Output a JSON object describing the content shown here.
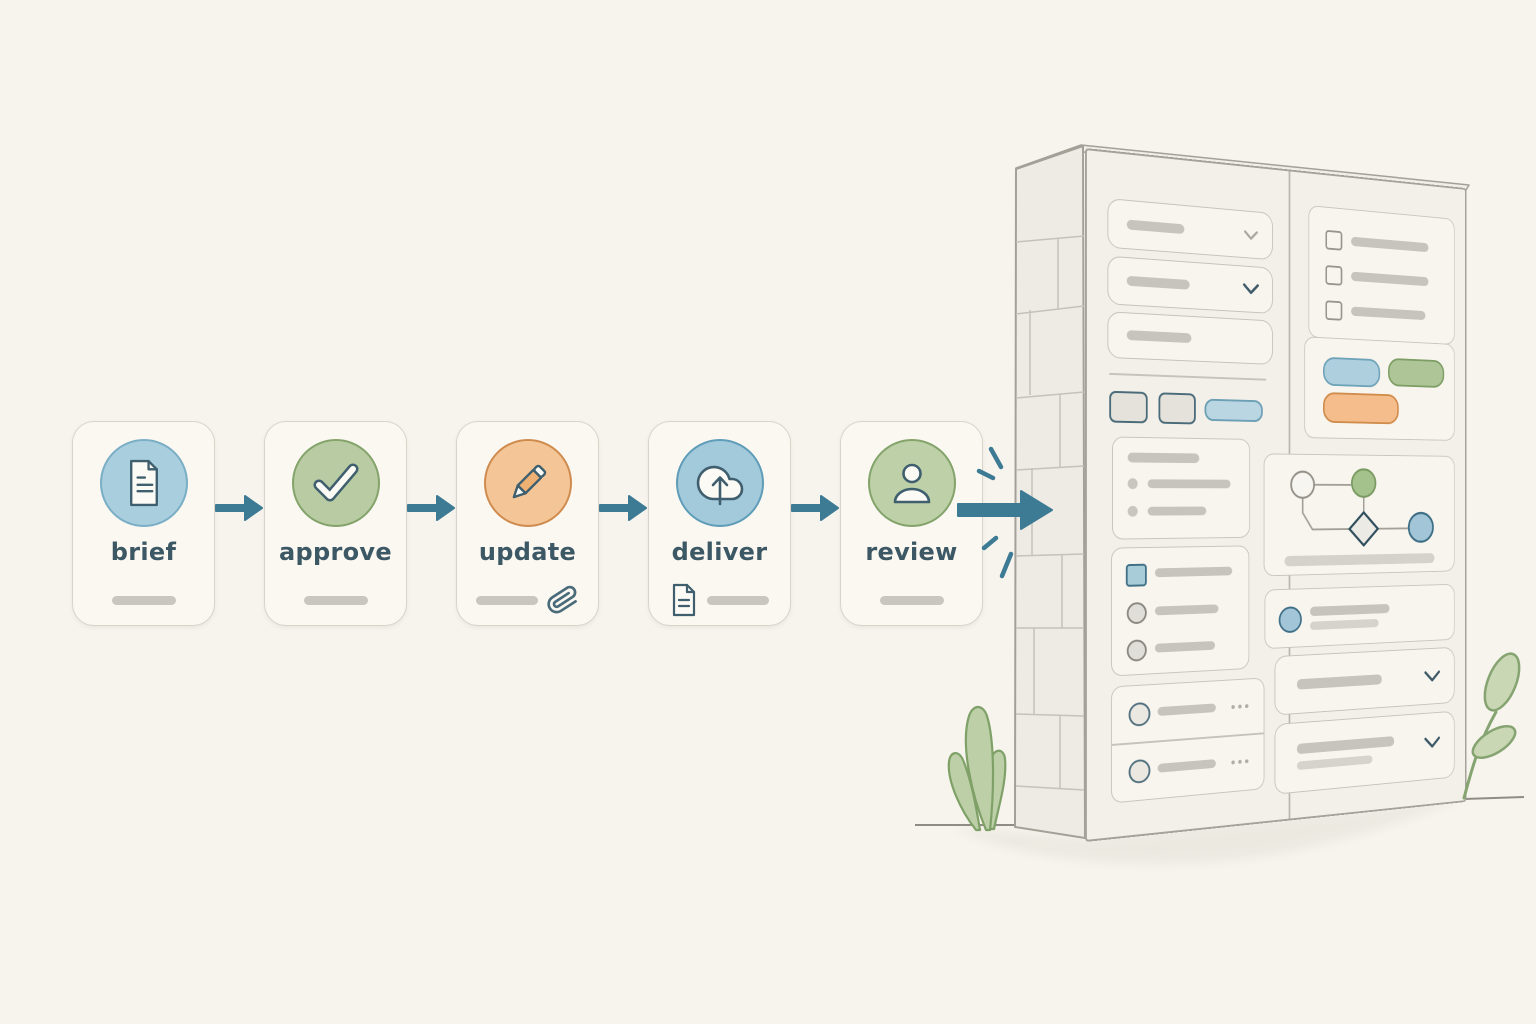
{
  "workflow": {
    "steps": [
      {
        "label": "brief",
        "icon": "document-icon",
        "circle_fill": "#a9cede",
        "circle_stroke": "#79aec5"
      },
      {
        "label": "approve",
        "icon": "checkmark-icon",
        "circle_fill": "#b9cba3",
        "circle_stroke": "#84a36b"
      },
      {
        "label": "update",
        "icon": "pencil-icon",
        "circle_fill": "#f4c697",
        "circle_stroke": "#cf8b4e",
        "footer_icon": "paperclip-icon"
      },
      {
        "label": "deliver",
        "icon": "cloud-upload-icon",
        "circle_fill": "#a3cadb",
        "circle_stroke": "#5e9cb8",
        "footer_icon": "document-icon"
      },
      {
        "label": "review",
        "icon": "person-icon",
        "circle_fill": "#bdd0a8",
        "circle_stroke": "#84a36b"
      }
    ],
    "connector": "arrow-right-icon",
    "connector_color": "#3d7b95"
  },
  "panel": {
    "left_column": [
      "dropdown-field",
      "dropdown-field",
      "text-field",
      "divider",
      "button-group",
      "bullet-list-card",
      "checkbox-radio-card",
      "row-list-card"
    ],
    "right_column": [
      "checklist-card",
      "tag-pills-card",
      "flowchart-card",
      "avatar-row-card",
      "dropdown-field",
      "dropdown-field"
    ]
  },
  "palette": {
    "background": "#f7f4ed",
    "card_bg": "#fbf8f2",
    "card_border": "#d8d4ca",
    "teal_arrow": "#3d7b95",
    "slate_text": "#3c5865",
    "bar_gray": "#c9c6bf",
    "blue": "#a9cede",
    "green": "#b9cba3",
    "orange": "#f4c697",
    "plant_green": "#bccfa7"
  },
  "decorations": [
    "plant-left",
    "sprout-right",
    "impact-burst-icon",
    "brick-wall-side",
    "ground-shadow"
  ]
}
